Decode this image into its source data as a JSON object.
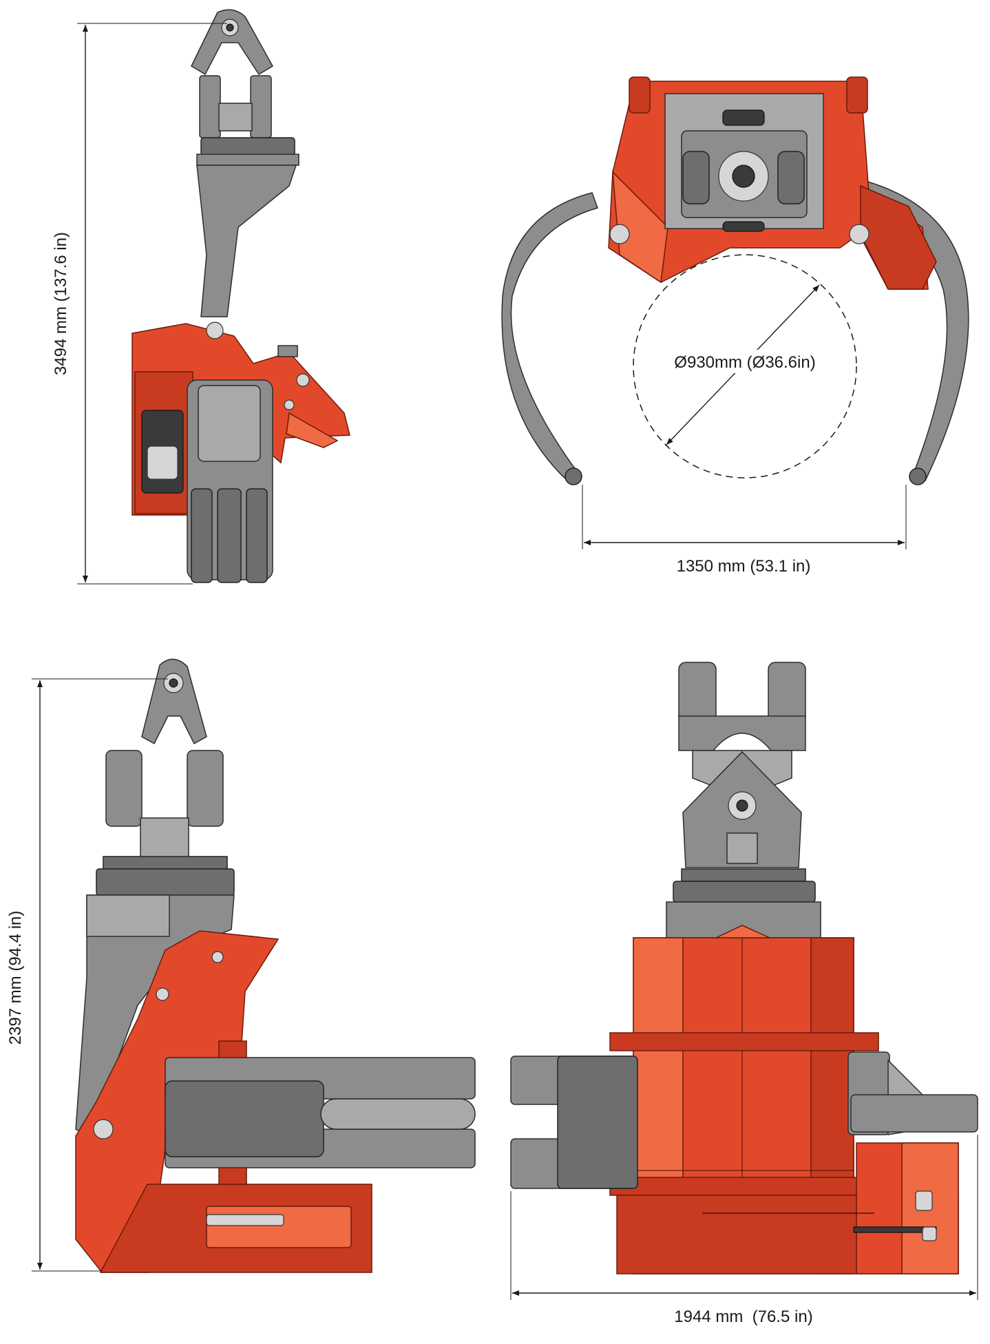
{
  "dimensions": {
    "height_view1": "3494 mm (137.6 in)",
    "diameter": "Ø930mm (Ø36.6in)",
    "jaw_opening": "1350 mm (53.1 in)",
    "height_view3": "2397 mm (94.4 in)",
    "width_view4": "1944 mm  (76.5 in)"
  },
  "colors": {
    "body_red": "#e2492a",
    "steel_gray": "#8d8d8d",
    "dimension_ink": "#1a1a1a"
  }
}
